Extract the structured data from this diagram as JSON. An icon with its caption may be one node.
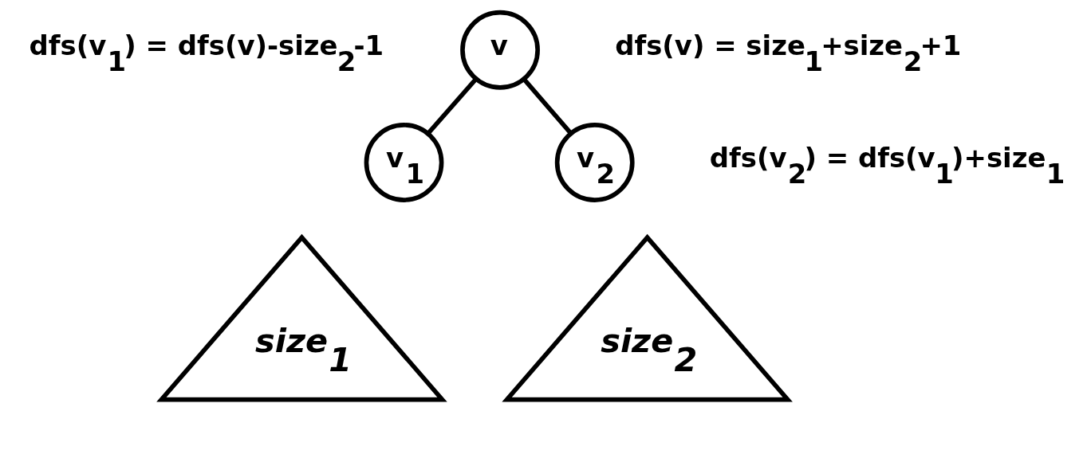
{
  "diagram": {
    "nodes": [
      {
        "text": [
          "v"
        ]
      },
      {
        "text": [
          "v$_{1}$"
        ]
      },
      {
        "text": [
          "v$_{2}$"
        ]
      },
      {
        "text": [
          "size$_{1}$"
        ]
      },
      {
        "text": [
          "size$_{2}$"
        ]
      }
    ],
    "edges": [
      {
        "from": 0,
        "to": 1,
        "arrow": "none"
      },
      {
        "from": 0,
        "to": 2,
        "arrow": "none"
      }
    ],
    "labels": [
      "dfs(v$_{1}$) = dfs(v)-size$_{2}$-1",
      "dfs(v) = size$_{1}$+size$_{2}$+1",
      "dfs(v$_{2}$) = dfs(v$_{1}$)+size$_{1}$"
    ]
  }
}
